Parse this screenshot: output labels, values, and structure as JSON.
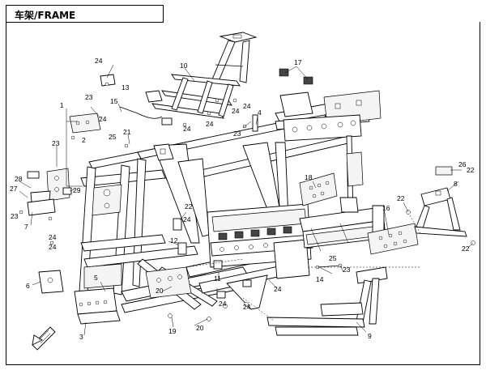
{
  "title": "车架/FRAME",
  "callouts": [
    {
      "id": "c1",
      "text": "1"
    },
    {
      "id": "c2",
      "text": "2"
    },
    {
      "id": "c3",
      "text": "3"
    },
    {
      "id": "c4",
      "text": "4"
    },
    {
      "id": "c5",
      "text": "5"
    },
    {
      "id": "c6",
      "text": "6"
    },
    {
      "id": "c7",
      "text": "7"
    },
    {
      "id": "c8",
      "text": "8"
    },
    {
      "id": "c9",
      "text": "9"
    },
    {
      "id": "c10",
      "text": "10"
    },
    {
      "id": "c11",
      "text": "11"
    },
    {
      "id": "c12",
      "text": "12"
    },
    {
      "id": "c13",
      "text": "13"
    },
    {
      "id": "c14",
      "text": "14"
    },
    {
      "id": "c15",
      "text": "15"
    },
    {
      "id": "c16",
      "text": "16"
    },
    {
      "id": "c17",
      "text": "17"
    },
    {
      "id": "c18",
      "text": "18"
    },
    {
      "id": "c19",
      "text": "19"
    },
    {
      "id": "c20a",
      "text": "20"
    },
    {
      "id": "c20b",
      "text": "20"
    },
    {
      "id": "c21",
      "text": "21"
    },
    {
      "id": "c22a",
      "text": "22"
    },
    {
      "id": "c22b",
      "text": "22"
    },
    {
      "id": "c22c",
      "text": "22"
    },
    {
      "id": "c22d",
      "text": "22"
    },
    {
      "id": "c23a",
      "text": "23"
    },
    {
      "id": "c23b",
      "text": "23"
    },
    {
      "id": "c23c",
      "text": "23"
    },
    {
      "id": "c23d",
      "text": "23"
    },
    {
      "id": "c23e",
      "text": "23"
    },
    {
      "id": "c24a",
      "text": "24"
    },
    {
      "id": "c24b",
      "text": "24"
    },
    {
      "id": "c24c",
      "text": "24"
    },
    {
      "id": "c24d",
      "text": "24"
    },
    {
      "id": "c24e",
      "text": "24"
    },
    {
      "id": "c24f",
      "text": "24"
    },
    {
      "id": "c24g",
      "text": "24"
    },
    {
      "id": "c24h",
      "text": "24"
    },
    {
      "id": "c24i",
      "text": "24"
    },
    {
      "id": "c24j",
      "text": "24"
    },
    {
      "id": "c24k",
      "text": "24"
    },
    {
      "id": "c24l",
      "text": "24"
    },
    {
      "id": "c25a",
      "text": "25"
    },
    {
      "id": "c25b",
      "text": "25"
    },
    {
      "id": "c26",
      "text": "26"
    },
    {
      "id": "c27",
      "text": "27"
    },
    {
      "id": "c28",
      "text": "28"
    },
    {
      "id": "c29",
      "text": "29"
    }
  ]
}
